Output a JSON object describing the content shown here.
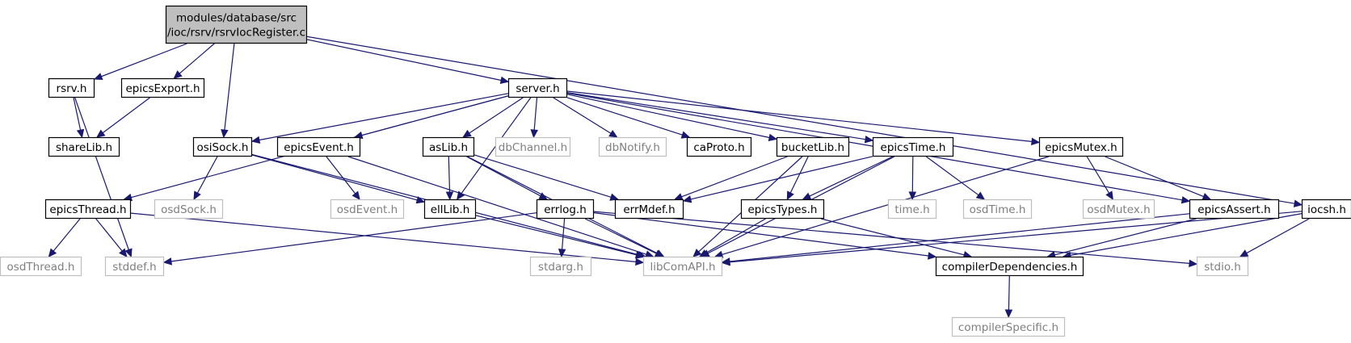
{
  "diagram": {
    "type": "include-dependency-graph",
    "colors": {
      "edge": "#191970",
      "root_fill": "#bfbfbf",
      "node_border": "#000000",
      "external_border": "#bfbfbf",
      "external_text": "#7f7f7f"
    },
    "nodes": [
      {
        "id": "root",
        "lines": [
          "modules/database/src",
          "/ioc/rsrv/rsrvIocRegister.c"
        ],
        "kind": "root"
      },
      {
        "id": "rsrv_h",
        "lines": [
          "rsrv.h"
        ],
        "kind": "file"
      },
      {
        "id": "epicsExport_h",
        "lines": [
          "epicsExport.h"
        ],
        "kind": "file"
      },
      {
        "id": "osiSock_h",
        "lines": [
          "osiSock.h"
        ],
        "kind": "file"
      },
      {
        "id": "server_h",
        "lines": [
          "server.h"
        ],
        "kind": "file"
      },
      {
        "id": "iocsh_h",
        "lines": [
          "iocsh.h"
        ],
        "kind": "file"
      },
      {
        "id": "shareLib_h",
        "lines": [
          "shareLib.h"
        ],
        "kind": "file"
      },
      {
        "id": "stddef_h",
        "lines": [
          "stddef.h"
        ],
        "kind": "external"
      },
      {
        "id": "epicsThread_h",
        "lines": [
          "epicsThread.h"
        ],
        "kind": "file"
      },
      {
        "id": "epicsEvent_h",
        "lines": [
          "epicsEvent.h"
        ],
        "kind": "file"
      },
      {
        "id": "ellLib_h",
        "lines": [
          "ellLib.h"
        ],
        "kind": "file"
      },
      {
        "id": "asLib_h",
        "lines": [
          "asLib.h"
        ],
        "kind": "file"
      },
      {
        "id": "dbChannel_h",
        "lines": [
          "dbChannel.h"
        ],
        "kind": "external"
      },
      {
        "id": "dbNotify_h",
        "lines": [
          "dbNotify.h"
        ],
        "kind": "external"
      },
      {
        "id": "caProto_h",
        "lines": [
          "caProto.h"
        ],
        "kind": "file"
      },
      {
        "id": "bucketLib_h",
        "lines": [
          "bucketLib.h"
        ],
        "kind": "file"
      },
      {
        "id": "epicsTime_h",
        "lines": [
          "epicsTime.h"
        ],
        "kind": "file"
      },
      {
        "id": "epicsMutex_h",
        "lines": [
          "epicsMutex.h"
        ],
        "kind": "file"
      },
      {
        "id": "epicsAssert_h",
        "lines": [
          "epicsAssert.h"
        ],
        "kind": "file"
      },
      {
        "id": "libComAPI_h",
        "lines": [
          "libComAPI.h"
        ],
        "kind": "external"
      },
      {
        "id": "osdSock_h",
        "lines": [
          "osdSock.h"
        ],
        "kind": "external"
      },
      {
        "id": "osdThread_h",
        "lines": [
          "osdThread.h"
        ],
        "kind": "external"
      },
      {
        "id": "osdEvent_h",
        "lines": [
          "osdEvent.h"
        ],
        "kind": "external"
      },
      {
        "id": "errMdef_h",
        "lines": [
          "errMdef.h"
        ],
        "kind": "file"
      },
      {
        "id": "errlog_h",
        "lines": [
          "errlog.h"
        ],
        "kind": "file"
      },
      {
        "id": "stdarg_h",
        "lines": [
          "stdarg.h"
        ],
        "kind": "external"
      },
      {
        "id": "compilerDependencies_h",
        "lines": [
          "compilerDependencies.h"
        ],
        "kind": "file"
      },
      {
        "id": "stdio_h",
        "lines": [
          "stdio.h"
        ],
        "kind": "external"
      },
      {
        "id": "epicsTypes_h",
        "lines": [
          "epicsTypes.h"
        ],
        "kind": "file"
      },
      {
        "id": "time_h",
        "lines": [
          "time.h"
        ],
        "kind": "external"
      },
      {
        "id": "osdTime_h",
        "lines": [
          "osdTime.h"
        ],
        "kind": "external"
      },
      {
        "id": "osdMutex_h",
        "lines": [
          "osdMutex.h"
        ],
        "kind": "external"
      },
      {
        "id": "compilerSpecific_h",
        "lines": [
          "compilerSpecific.h"
        ],
        "kind": "external"
      }
    ],
    "edges": [
      [
        "root",
        "rsrv_h"
      ],
      [
        "root",
        "epicsExport_h"
      ],
      [
        "root",
        "osiSock_h"
      ],
      [
        "root",
        "server_h"
      ],
      [
        "root",
        "iocsh_h"
      ],
      [
        "rsrv_h",
        "shareLib_h"
      ],
      [
        "rsrv_h",
        "stddef_h"
      ],
      [
        "epicsExport_h",
        "shareLib_h"
      ],
      [
        "server_h",
        "epicsThread_h"
      ],
      [
        "server_h",
        "osiSock_h"
      ],
      [
        "server_h",
        "epicsEvent_h"
      ],
      [
        "server_h",
        "ellLib_h"
      ],
      [
        "server_h",
        "asLib_h"
      ],
      [
        "server_h",
        "dbChannel_h"
      ],
      [
        "server_h",
        "dbNotify_h"
      ],
      [
        "server_h",
        "caProto_h"
      ],
      [
        "server_h",
        "bucketLib_h"
      ],
      [
        "server_h",
        "epicsTime_h"
      ],
      [
        "server_h",
        "epicsMutex_h"
      ],
      [
        "server_h",
        "epicsAssert_h"
      ],
      [
        "osiSock_h",
        "osdSock_h"
      ],
      [
        "osiSock_h",
        "ellLib_h"
      ],
      [
        "osiSock_h",
        "libComAPI_h"
      ],
      [
        "epicsThread_h",
        "osdThread_h"
      ],
      [
        "epicsThread_h",
        "stddef_h"
      ],
      [
        "epicsThread_h",
        "libComAPI_h"
      ],
      [
        "epicsEvent_h",
        "osdEvent_h"
      ],
      [
        "epicsEvent_h",
        "libComAPI_h"
      ],
      [
        "asLib_h",
        "ellLib_h"
      ],
      [
        "asLib_h",
        "errlog_h"
      ],
      [
        "asLib_h",
        "errMdef_h"
      ],
      [
        "asLib_h",
        "libComAPI_h"
      ],
      [
        "ellLib_h",
        "libComAPI_h"
      ],
      [
        "errlog_h",
        "stddef_h"
      ],
      [
        "errlog_h",
        "stdarg_h"
      ],
      [
        "errlog_h",
        "libComAPI_h"
      ],
      [
        "errlog_h",
        "compilerDependencies_h"
      ],
      [
        "errlog_h",
        "stdio_h"
      ],
      [
        "bucketLib_h",
        "errMdef_h"
      ],
      [
        "bucketLib_h",
        "epicsTypes_h"
      ],
      [
        "bucketLib_h",
        "libComAPI_h"
      ],
      [
        "epicsTime_h",
        "errMdef_h"
      ],
      [
        "epicsTime_h",
        "epicsTypes_h"
      ],
      [
        "epicsTime_h",
        "time_h"
      ],
      [
        "epicsTime_h",
        "osdTime_h"
      ],
      [
        "epicsTime_h",
        "libComAPI_h"
      ],
      [
        "epicsMutex_h",
        "osdMutex_h"
      ],
      [
        "epicsMutex_h",
        "epicsAssert_h"
      ],
      [
        "epicsMutex_h",
        "libComAPI_h"
      ],
      [
        "epicsTypes_h",
        "libComAPI_h"
      ],
      [
        "epicsTypes_h",
        "compilerDependencies_h"
      ],
      [
        "epicsAssert_h",
        "libComAPI_h"
      ],
      [
        "epicsAssert_h",
        "compilerDependencies_h"
      ],
      [
        "iocsh_h",
        "libComAPI_h"
      ],
      [
        "iocsh_h",
        "compilerDependencies_h"
      ],
      [
        "iocsh_h",
        "stdio_h"
      ],
      [
        "compilerDependencies_h",
        "compilerSpecific_h"
      ]
    ]
  }
}
